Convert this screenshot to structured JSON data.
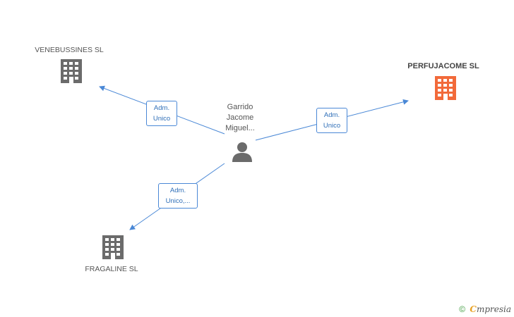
{
  "nodes": {
    "person": {
      "name_lines": [
        "Garrido",
        "Jacome",
        "Miguel..."
      ]
    },
    "companies": {
      "venebussines": {
        "label": "VENEBUSSINES SL",
        "icon": "building-icon",
        "color": "#6b6b6b"
      },
      "perfujacome": {
        "label": "PERFUJACOME SL",
        "icon": "building-icon",
        "color": "#f26a3a"
      },
      "fragaline": {
        "label": "FRAGALINE SL",
        "icon": "building-icon",
        "color": "#6b6b6b"
      }
    }
  },
  "edges": {
    "to_venebussines": {
      "role_lines": [
        "Adm.",
        "Unico"
      ]
    },
    "to_perfujacome": {
      "role_lines": [
        "Adm.",
        "Unico"
      ]
    },
    "to_fragaline": {
      "role_lines": [
        "Adm.",
        "Unico,..."
      ]
    }
  },
  "colors": {
    "edge": "#4a88d6",
    "person": "#6b6b6b"
  },
  "footer": {
    "copyright": "©",
    "brand_first": "C",
    "brand_rest": "mpresia"
  }
}
